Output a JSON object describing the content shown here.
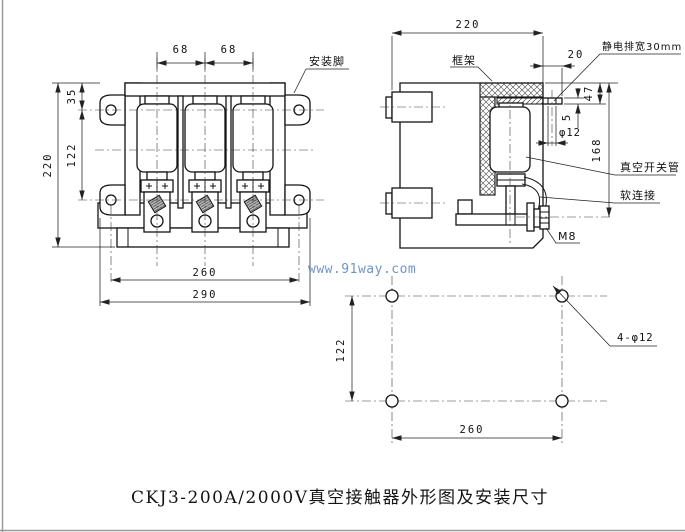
{
  "colors": {
    "line": "#141414",
    "watermark": "#6e96c8"
  },
  "watermark": {
    "text": "www.91way.com"
  },
  "caption": {
    "text": "CKJ3-200A/2000V真空接触器外形图及安装尺寸"
  },
  "front_view": {
    "label_mounting_foot": "安装脚",
    "dims": {
      "pole_pitch_1": "68",
      "pole_pitch_2": "68",
      "top_to_hole": "35",
      "hole_pitch_vertical": "122",
      "overall_height": "220",
      "hole_pitch_horizontal": "260",
      "overall_width": "290"
    }
  },
  "side_view": {
    "labels": {
      "frame": "框架",
      "static_busbar": "静电排宽30mm",
      "vacuum_interrupter": "真空开关管",
      "flexible_connector": "软连接",
      "bolt": "M8"
    },
    "dims": {
      "overall_depth": "220",
      "busbar_overhang": "20",
      "top_to_busbar": "47",
      "busbar_thickness": "5",
      "busbar_hole": "φ12",
      "busbar_to_terminal": "168"
    }
  },
  "mounting_plan": {
    "dims": {
      "hole_pitch_vertical": "122",
      "hole_pitch_horizontal": "260"
    },
    "label_holes": "4-φ12"
  }
}
